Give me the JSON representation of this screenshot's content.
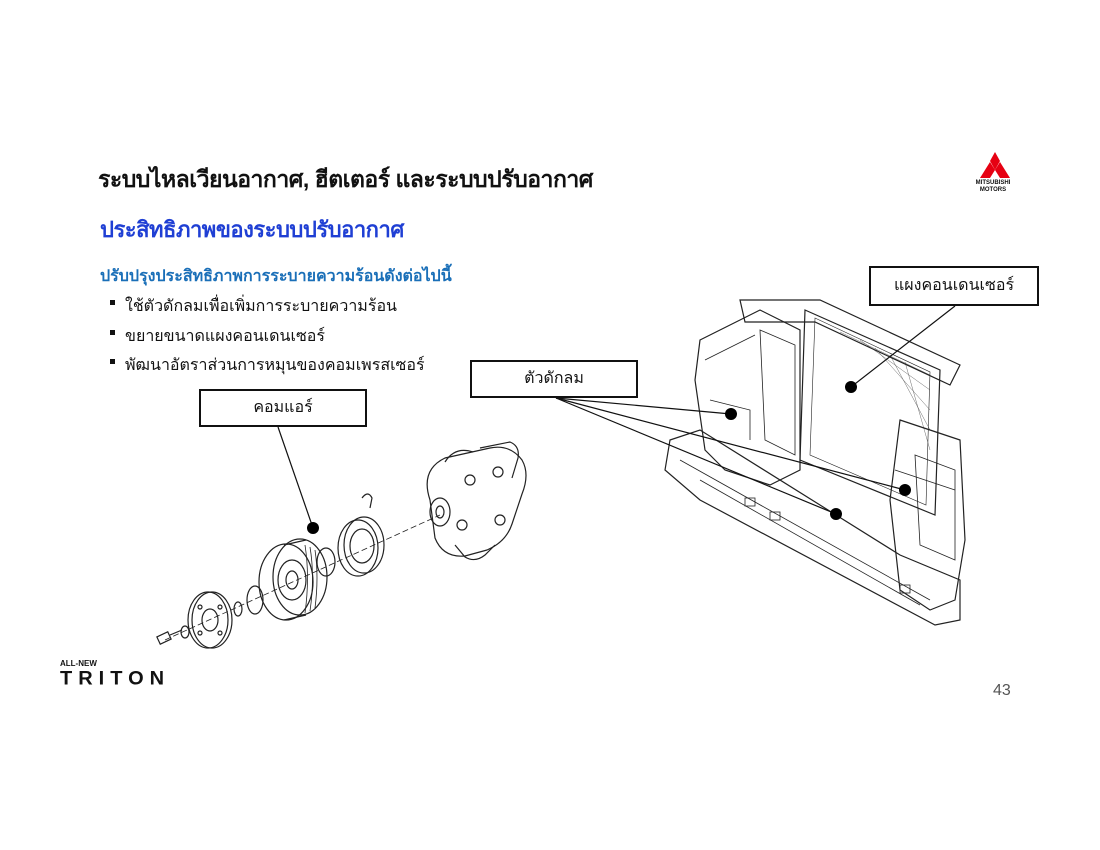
{
  "slide": {
    "title": "ระบบไหลเวียนอากาศ, ฮีตเตอร์ และระบบปรับอากาศ",
    "subtitle": "ประสิทธิภาพของระบบปรับอากาศ",
    "section_heading": "ปรับปรุงประสิทธิภาพการระบายความร้อนดังต่อไปนี้",
    "bullets": [
      "ใช้ตัวดักลมเพื่อเพิ่มการระบายความร้อน",
      "ขยายขนาดแผงคอนเดนเซอร์",
      "พัฒนาอัตราส่วนการหมุนของคอมเพรสเซอร์"
    ],
    "page_number": "43"
  },
  "callouts": {
    "compressor": "คอมแอร์",
    "air_shroud": "ตัวดักลม",
    "condenser": "แผงคอนเดนเซอร์"
  },
  "branding": {
    "mitsubishi_line1": "MITSUBISHI",
    "mitsubishi_line2": "MOTORS",
    "model_tag": "ALL-NEW",
    "model_name": "TRITON",
    "mitsubishi_red": "#e60012"
  }
}
